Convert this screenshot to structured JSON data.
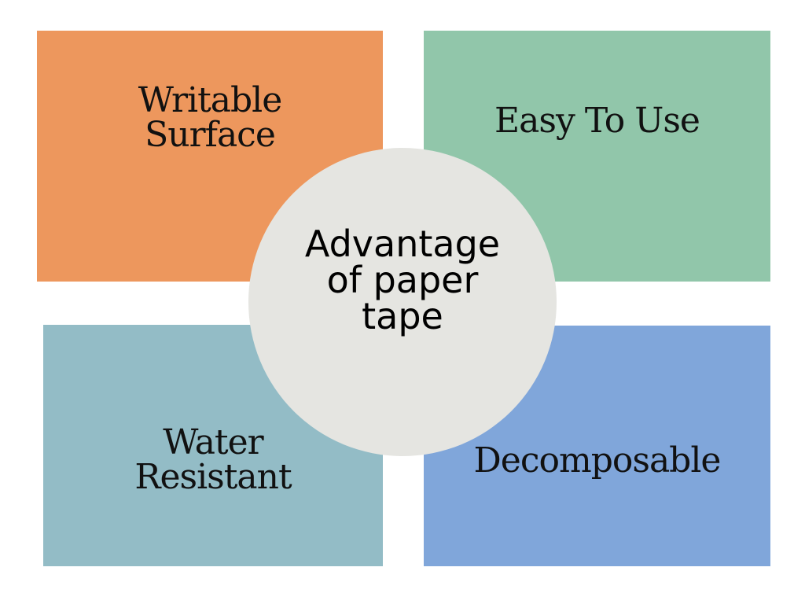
{
  "center": {
    "title": "Advantage\nof paper\ntape",
    "color": "#e5e5e1"
  },
  "quadrants": [
    {
      "position": "top-left",
      "label": "Writable\nSurface",
      "color": "#ed975d"
    },
    {
      "position": "top-right",
      "label": "Easy To Use",
      "color": "#91c6aa"
    },
    {
      "position": "bottom-left",
      "label": "Water\nResistant",
      "color": "#93bcc6"
    },
    {
      "position": "bottom-right",
      "label": "Decomposable",
      "color": "#80a6da"
    }
  ]
}
